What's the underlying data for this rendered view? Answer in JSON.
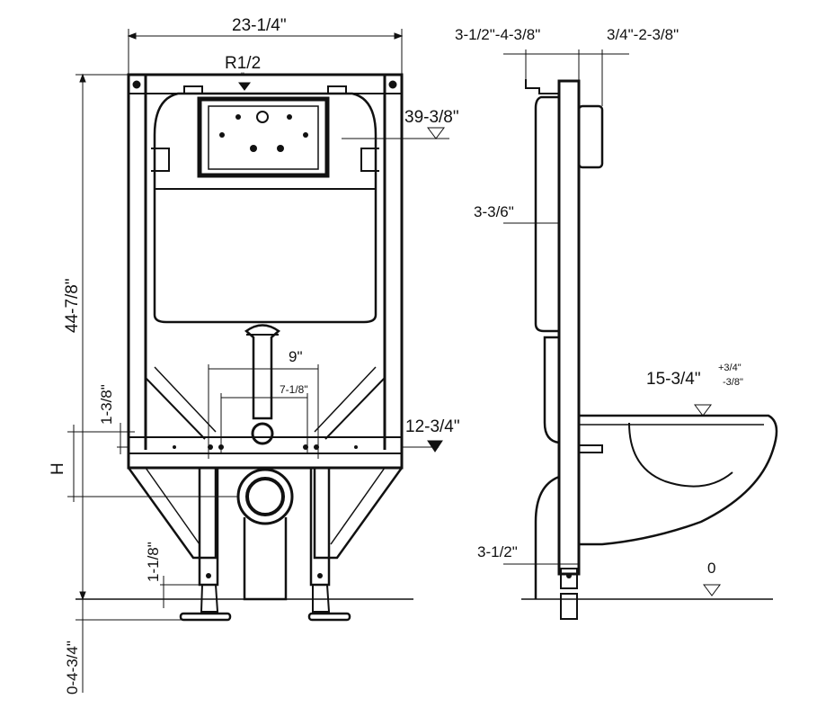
{
  "diagram": {
    "dims": {
      "overall_width": "23-1/4\"",
      "supply_thread": "R1/2",
      "supply_thread_sub": "\"",
      "tank_top_height": "39-3/8\"",
      "overall_height": "44-7/8\"",
      "stud_spacing_outer": "9\"",
      "stud_spacing_inner": "7-1/8\"",
      "stud_offset": "1-3/8\"",
      "stud_height": "12-3/4\"",
      "outlet_height": "H",
      "foot_offset": "1-1/8\"",
      "foot_adjust": "0-4-3/4\"",
      "frame_depth": "3-1/2\"-4-3/8\"",
      "plate_depth": "3/4\"-2-3/8\"",
      "tank_depth": "3-3/6\"",
      "bowl_height": "15-3/4\"",
      "bowl_tol_plus": "+3/4\"",
      "bowl_tol_minus": "-3/8\"",
      "base_depth": "3-1/2\"",
      "floor_level": "0"
    }
  }
}
